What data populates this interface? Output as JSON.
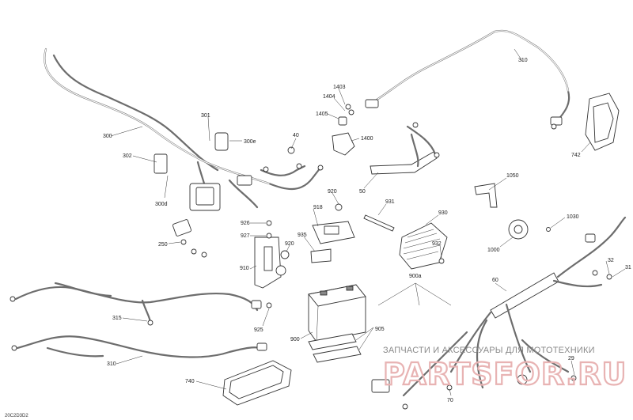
{
  "callouts": {
    "c300": "300",
    "c301": "301",
    "c300e": "300e",
    "c302": "302",
    "c300d": "300d",
    "c40": "40",
    "c1403": "1403",
    "c1404": "1404",
    "c1405": "1405",
    "c1400": "1400",
    "c310_top": "310",
    "c742": "742",
    "c50": "50",
    "c1050": "1050",
    "c1030": "1030",
    "c1000": "1000",
    "c931": "931",
    "c930": "930",
    "c932": "932",
    "c920": "920",
    "c918": "918",
    "c926": "926",
    "c927": "927",
    "c935": "935",
    "c920b": "920",
    "c910": "910",
    "c250": "250",
    "c900a": "900a",
    "c60": "60",
    "c32": "32",
    "c31": "31",
    "c315": "315",
    "c925": "925",
    "c900": "900",
    "c905": "905",
    "c310_bottom": "310",
    "c740": "740",
    "c29": "29",
    "c70": "70"
  },
  "watermark": {
    "text": "ЗАПЧАСТИ И АКСЕССУАРЫ ДЛЯ МОТОТЕХНИКИ",
    "logo": "PARTSFOR.RU"
  },
  "diagram_code": "20C2D3D2"
}
